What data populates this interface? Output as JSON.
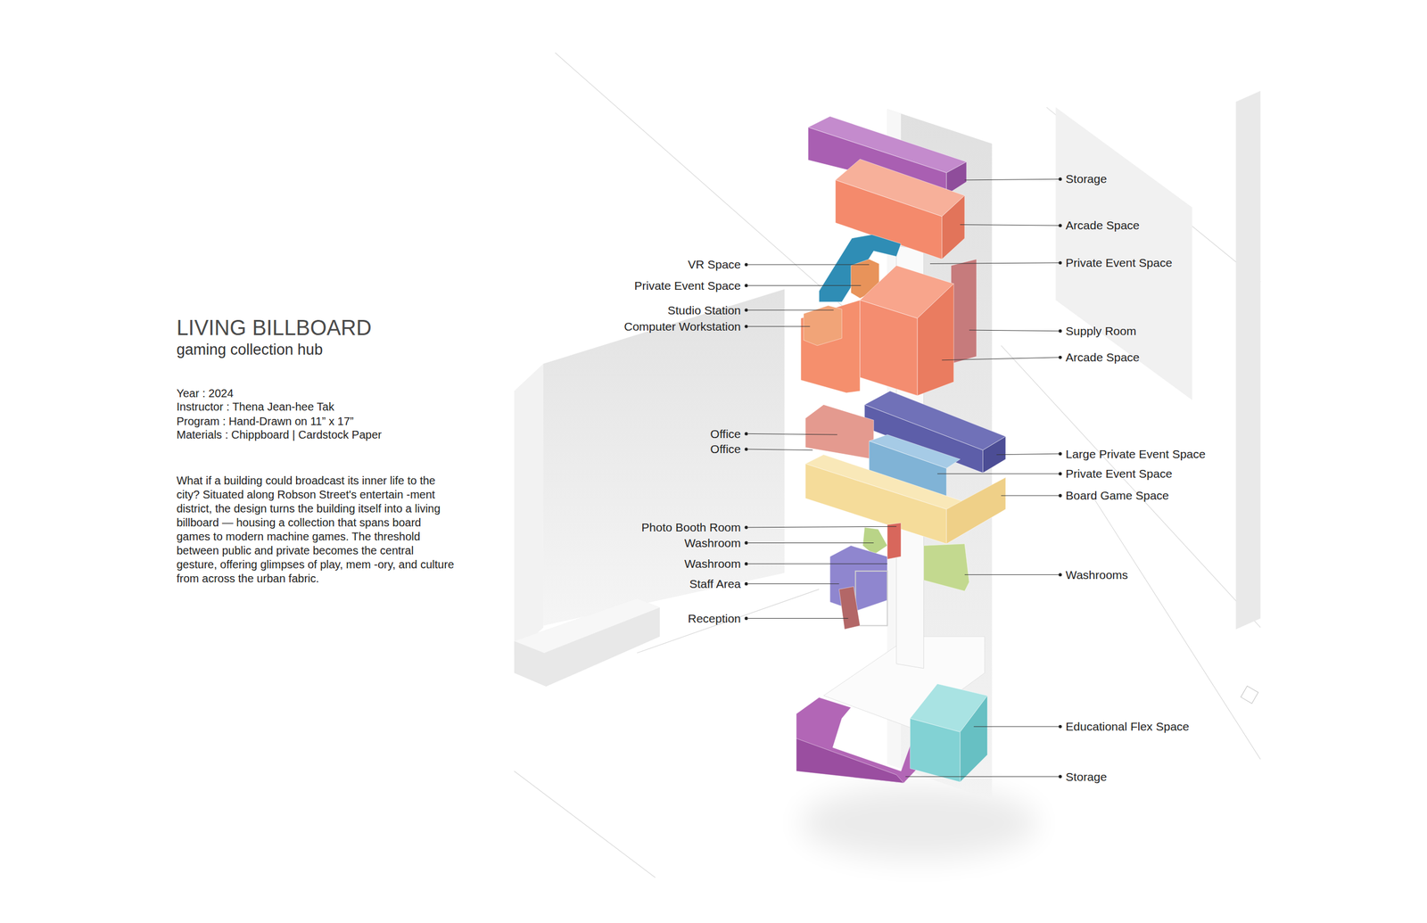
{
  "diagram": {
    "title": "LIVING BILLBOARD",
    "caption": "gaming collection hub",
    "labels": [
      "Year : 2024",
      "Instructor : Thena Jean-hee Tak",
      "Program : Hand-Drawn on 11” x 17”",
      "Materials : Chippboard  |  Cardstock Paper",
      "What if a building could broadcast its inner life to the city? Situated along Robson Street's entertain -ment district, the design turns the building itself into a living billboard — housing a collection that spans board games to modern machine games. The threshold between public and private becomes the central gesture, offering glimpses of play, mem -ory, and culture from across the urban fabric.",
      "VR Space",
      "Private Event Space",
      "Studio Station",
      "Computer Workstation",
      "Office",
      "Office",
      "Photo Booth Room",
      "Washroom",
      "Washroom",
      "Staff Area",
      "Reception",
      "Storage",
      "Arcade Space",
      "Private Event Space",
      "Supply Room",
      "Arcade Space",
      "Large Private Event Space",
      "Private Event Space",
      "Board Game Space",
      "Washrooms",
      "Educational Flex Space",
      "Storage"
    ]
  }
}
